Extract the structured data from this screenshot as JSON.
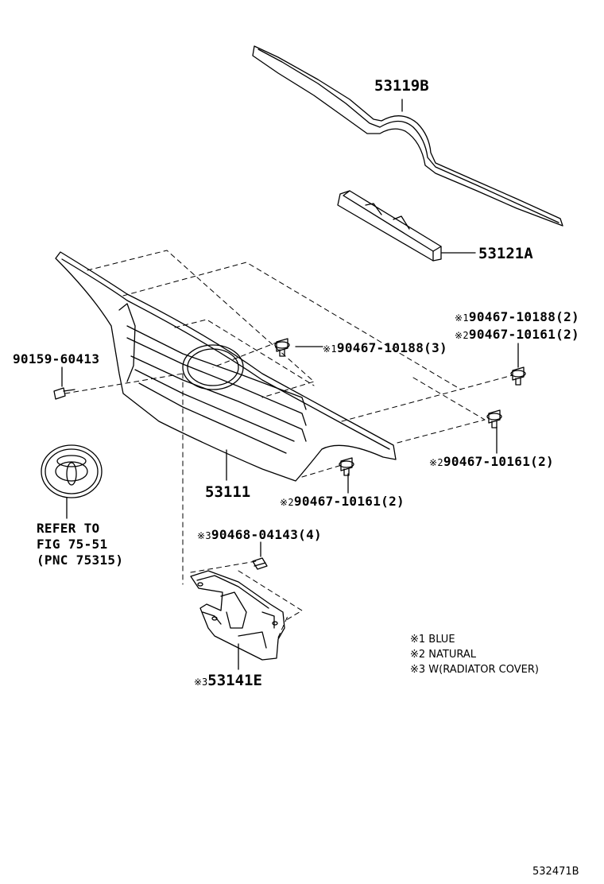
{
  "part_labels": {
    "p53119B": "53119B",
    "p53121A": "53121A",
    "p53111": "53111",
    "p90159": "90159-60413",
    "clip_center": "90467-10188(3)",
    "clip_center_mark": "※1",
    "clip_right_1": "90467-10188(2)",
    "clip_right_1_mark": "※1",
    "clip_right_2": "90467-10161(2)",
    "clip_right_2_mark": "※2",
    "clip_right_lower": "90467-10161(2)",
    "clip_right_lower_mark": "※2",
    "clip_bottom": "90467-10161(2)",
    "clip_bottom_mark": "※2",
    "clip_bracket": "90468-04143(4)",
    "clip_bracket_mark": "※3",
    "bracket": "53141E",
    "bracket_mark": "※3"
  },
  "refer": {
    "line1": "REFER TO",
    "line2": "FIG 75-51",
    "line3": "(PNC 75315)"
  },
  "legend": {
    "item1": "※1 BLUE",
    "item2": "※2 NATURAL",
    "item3": "※3 W(RADIATOR COVER)"
  },
  "diagram_id": "532471B",
  "icons": [
    "toyota-emblem-icon",
    "clip-icon",
    "bolt-icon"
  ]
}
